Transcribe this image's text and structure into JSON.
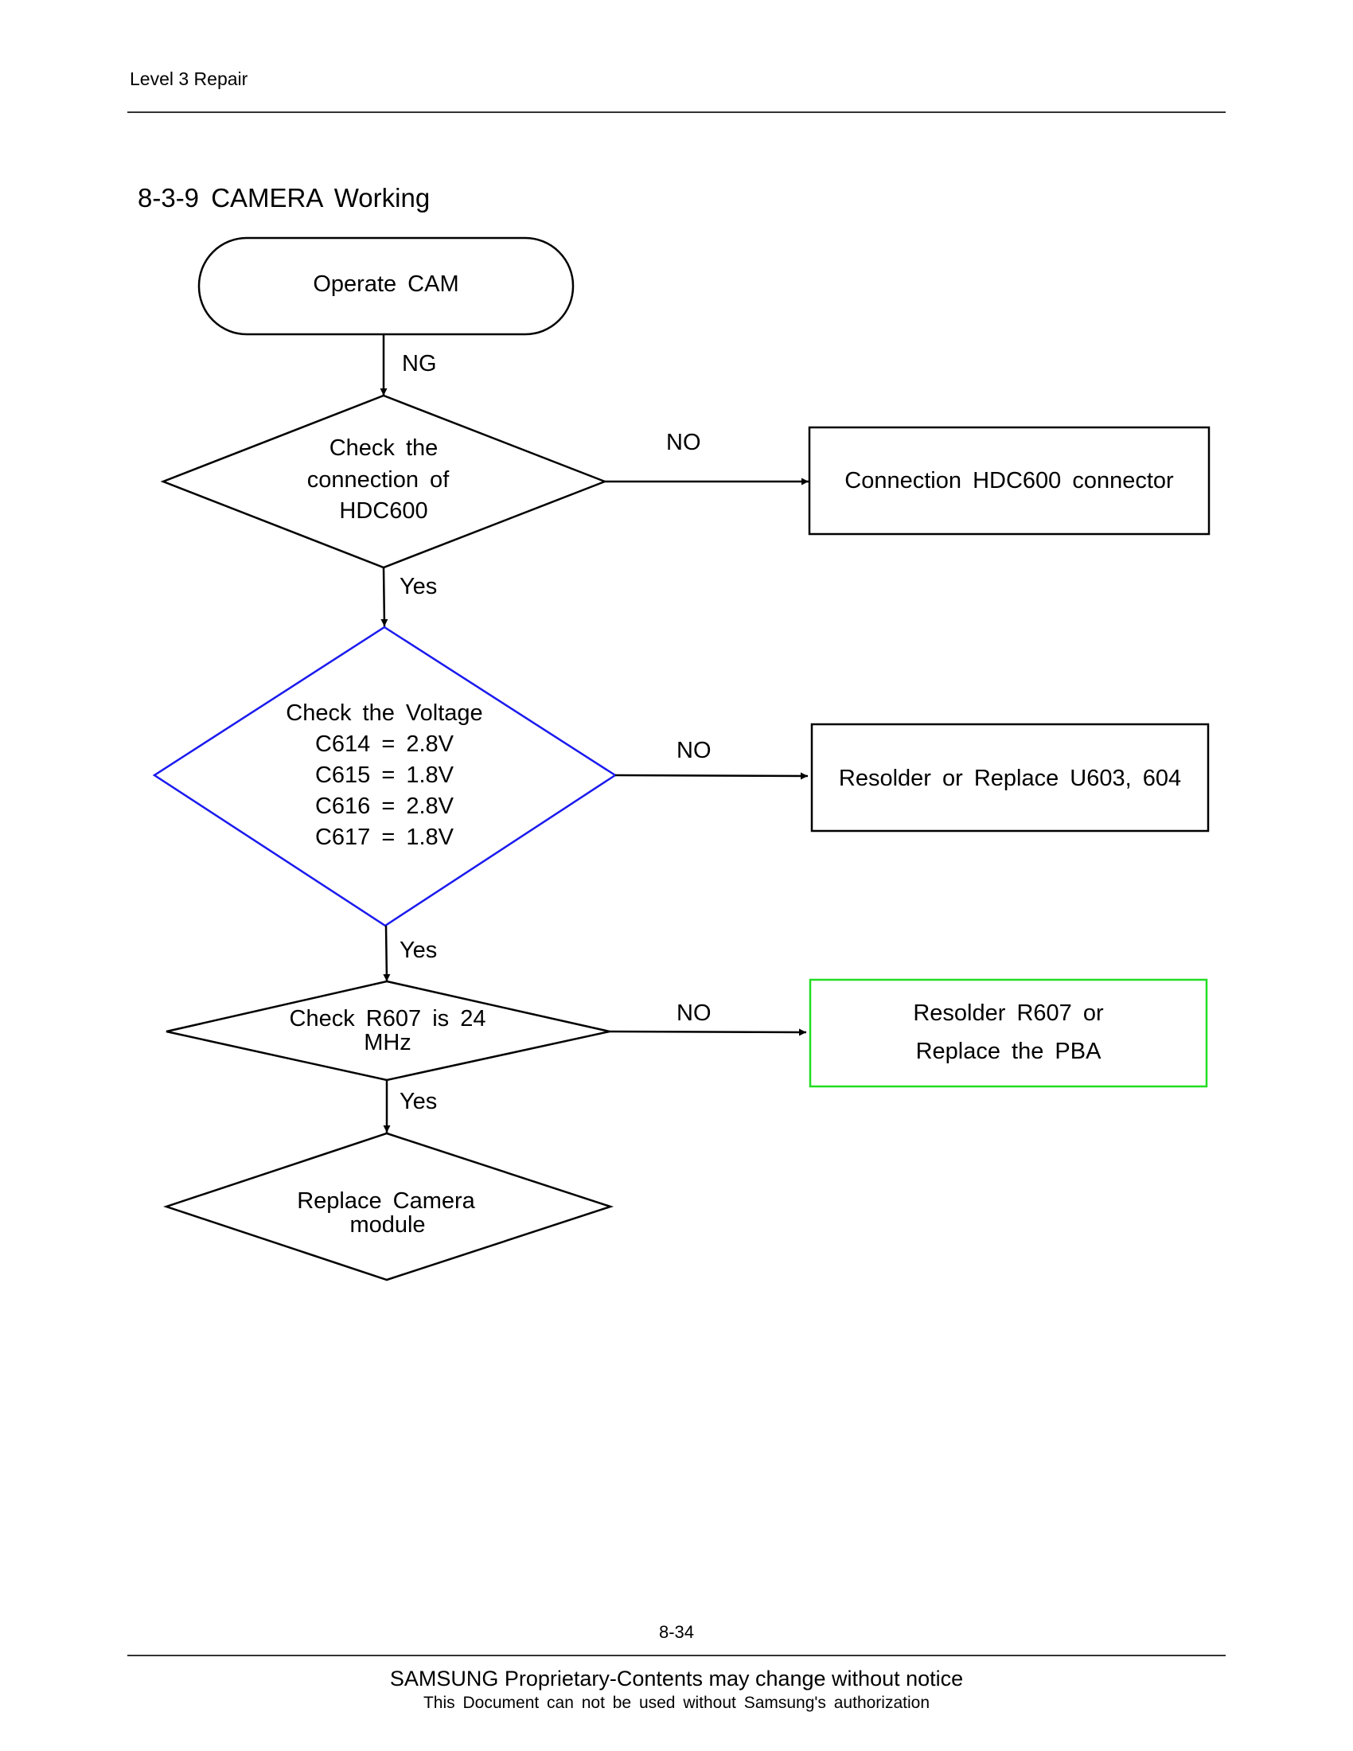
{
  "header": {
    "text": "Level 3 Repair"
  },
  "section_title": "8-3-9 CAMERA Working",
  "flowchart": {
    "start": {
      "label": "Operate CAM"
    },
    "edge_start": "NG",
    "decision1": {
      "lines": [
        "Check the",
        "connection of",
        "HDC600"
      ],
      "border_color": "#000000"
    },
    "decision1_no": "NO",
    "action1": {
      "label": "Connection HDC600 connector",
      "border_color": "#000000"
    },
    "decision1_yes": "Yes",
    "decision2": {
      "lines": [
        "Check the Voltage",
        "C614 = 2.8V",
        "C615 = 1.8V",
        "C616 = 2.8V",
        "C617 = 1.8V"
      ],
      "border_color": "#1a1aee"
    },
    "decision2_no": "NO",
    "action2": {
      "label": "Resolder or Replace U603, 604",
      "border_color": "#000000"
    },
    "decision2_yes": "Yes",
    "decision3": {
      "lines": [
        "Check R607 is 24",
        "MHz"
      ],
      "border_color": "#000000"
    },
    "decision3_no": "NO",
    "action3": {
      "lines": [
        "Resolder R607 or",
        "Replace the PBA"
      ],
      "border_color": "#22dd22"
    },
    "decision3_yes": "Yes",
    "end": {
      "lines": [
        "Replace Camera",
        "module"
      ]
    }
  },
  "footer": {
    "page_number": "8-34",
    "line1": "SAMSUNG Proprietary-Contents may change without notice",
    "line2": "This Document can not be used without Samsung's authorization"
  }
}
